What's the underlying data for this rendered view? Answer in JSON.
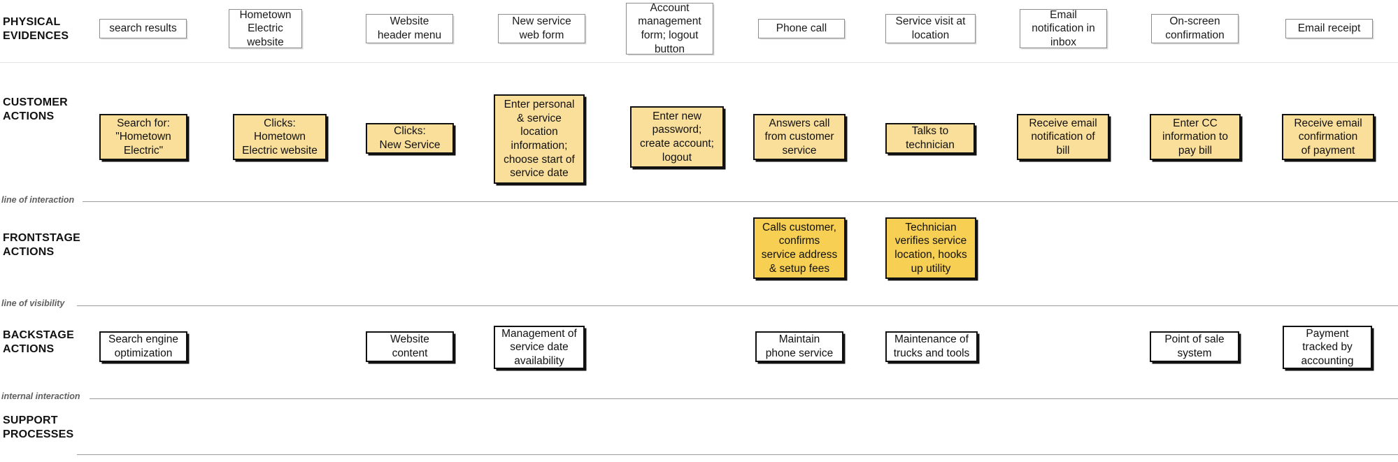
{
  "diagram": {
    "type": "service-blueprint",
    "subject": "Hometown Electric new service sign-up",
    "colors": {
      "customer_fill": "#fadf9b",
      "frontstage_fill": "#f7cf52",
      "backstage_fill": "#ffffff",
      "evidence_border": "#8d8d8d",
      "box_border": "#111111",
      "separator": "#9a9a9a",
      "separator_label": "#5f5f5f"
    }
  },
  "rows": [
    {
      "id": "physical-evidences",
      "label": "PHYSICAL\nEVIDENCES"
    },
    {
      "id": "customer-actions",
      "label": "CUSTOMER\nACTIONS"
    },
    {
      "id": "frontstage-actions",
      "label": "FRONTSTAGE\nACTIONS"
    },
    {
      "id": "backstage-actions",
      "label": "BACKSTAGE\nACTIONS"
    },
    {
      "id": "support-processes",
      "label": "SUPPORT\nPROCESSES"
    }
  ],
  "separators": [
    {
      "id": "line-of-interaction",
      "label": "line of interaction"
    },
    {
      "id": "line-of-visibility",
      "label": "line of visibility"
    },
    {
      "id": "internal-interaction",
      "label": "internal interaction"
    }
  ],
  "physical_evidences": [
    {
      "id": "pe-search-results",
      "text": "search results"
    },
    {
      "id": "pe-hometown-electric-website",
      "text": "Hometown\nElectric\nwebsite"
    },
    {
      "id": "pe-website-header-menu",
      "text": "Website\nheader menu"
    },
    {
      "id": "pe-new-service-web-form",
      "text": "New service\nweb form"
    },
    {
      "id": "pe-account-management-form",
      "text": "Account\nmanagement\nform; logout\nbutton"
    },
    {
      "id": "pe-phone-call",
      "text": "Phone call"
    },
    {
      "id": "pe-service-visit-at-location",
      "text": "Service visit at\nlocation"
    },
    {
      "id": "pe-email-notification-in-inbox",
      "text": "Email\nnotification in\ninbox"
    },
    {
      "id": "pe-on-screen-confirmation",
      "text": "On-screen\nconfirmation"
    },
    {
      "id": "pe-email-receipt",
      "text": "Email receipt"
    }
  ],
  "customer_actions": [
    {
      "id": "ca-search-for-hometown-electric",
      "text": "Search for:\n\"Hometown\nElectric\""
    },
    {
      "id": "ca-clicks-hometown-electric-website",
      "text": "Clicks:\nHometown\nElectric website"
    },
    {
      "id": "ca-clicks-new-service",
      "text": "Clicks:\nNew Service"
    },
    {
      "id": "ca-enter-personal-service-location-info",
      "text": "Enter personal\n& service\nlocation\ninformation;\nchoose start of\nservice date"
    },
    {
      "id": "ca-enter-new-password-create-account-logout",
      "text": "Enter new\npassword;\ncreate account;\nlogout"
    },
    {
      "id": "ca-answers-call-from-customer-service",
      "text": "Answers call\nfrom customer\nservice"
    },
    {
      "id": "ca-talks-to-technician",
      "text": "Talks to\ntechnician"
    },
    {
      "id": "ca-receive-email-notification-of-bill",
      "text": "Receive email\nnotification of\nbill"
    },
    {
      "id": "ca-enter-cc-information-to-pay-bill",
      "text": "Enter CC\ninformation to\npay bill"
    },
    {
      "id": "ca-receive-email-confirmation-of-payment",
      "text": "Receive email\nconfirmation\nof payment"
    }
  ],
  "frontstage_actions": [
    {
      "id": "fa-calls-customer-confirms-service-address",
      "text": "Calls customer,\nconfirms\nservice address\n& setup fees"
    },
    {
      "id": "fa-technician-verifies-service-location",
      "text": "Technician\nverifies service\nlocation, hooks\nup utility"
    }
  ],
  "backstage_actions": [
    {
      "id": "ba-search-engine-optimization",
      "text": "Search engine\noptimization"
    },
    {
      "id": "ba-website-content",
      "text": "Website\ncontent"
    },
    {
      "id": "ba-management-of-service-date-availability",
      "text": "Management of\nservice date\navailability"
    },
    {
      "id": "ba-maintain-phone-service",
      "text": "Maintain\nphone service"
    },
    {
      "id": "ba-maintenance-of-trucks-and-tools",
      "text": "Maintenance of\ntrucks and tools"
    },
    {
      "id": "ba-point-of-sale-system",
      "text": "Point of sale\nsystem"
    },
    {
      "id": "ba-payment-tracked-by-accounting",
      "text": "Payment\ntracked by\naccounting"
    }
  ],
  "support_processes": []
}
